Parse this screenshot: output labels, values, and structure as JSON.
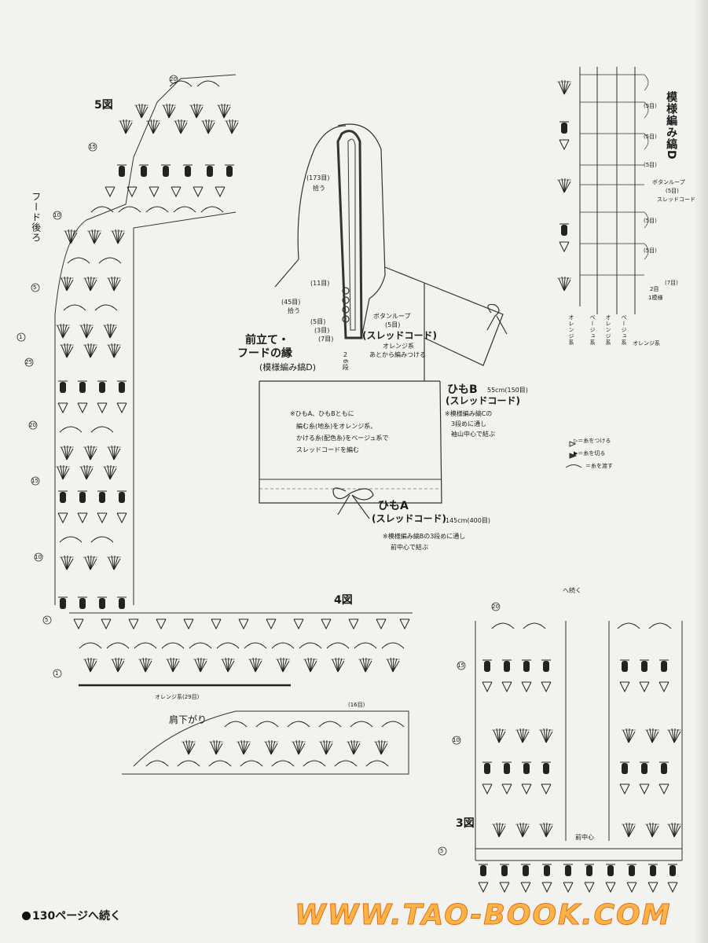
{
  "figures": {
    "fig5": "5図",
    "fig4": "4図",
    "fig3": "3図",
    "hood_back": "フード後ろ",
    "shoulder": "肩下がり",
    "front_center": "前中心",
    "continue_mark": "へ続く"
  },
  "garment": {
    "pickup_173": "(173目)",
    "pickup_173_sub": "拾う",
    "st_11": "(11目)",
    "st_45": "(45目)",
    "st_45_sub": "拾う",
    "st_5a": "(5目)",
    "st_3": "(3目)",
    "st_7": "(7目)",
    "rows_2": "2",
    "rows_6": "6段",
    "front_edge_1": "前立て・",
    "front_edge_2": "フードの縁",
    "front_edge_3": "(模様編み縞D)",
    "button_loop": "ボタンループ",
    "button_loop_st": "(5目)",
    "thread_cord": "(スレッドコード)",
    "orange": "オレンジ系",
    "attach_later": "あとから編みつける",
    "tie_b": "ひもB",
    "tie_b_len": "55cm(150目)",
    "tie_b_cord": "(スレッドコード)",
    "tie_b_note_1": "※模様編み縞Cの",
    "tie_b_note_2": "3段めに通し",
    "tie_b_note_3": "袖山中心で結ぶ",
    "body_note_1": "※ひもA、ひもBともに",
    "body_note_2": "編む糸(地糸)をオレンジ系、",
    "body_note_3": "かける糸(配色糸)をベージュ系で",
    "body_note_4": "スレッドコードを編む",
    "tie_a": "ひもA",
    "tie_a_cord": "(スレッドコード)",
    "tie_a_len": "145cm(400目)",
    "tie_a_note_1": "※模様編み縞Bの3段めに通し",
    "tie_a_note_2": "前中心で結ぶ"
  },
  "pattern_d": {
    "title": "模様編み縞D",
    "rep_5": "(5目)",
    "button_loop": "ボタンループ",
    "button_loop_st": "(5目)",
    "thread_cord": "スレッドコード",
    "rep_7": "(7目)",
    "two_st": "2目",
    "two_st_sub": "1模様",
    "orange_a": "オレンジ系",
    "beige_a": "ベージュ系",
    "orange_b": "オレンジ系",
    "beige_b": "ベージュ系",
    "orange_c": "オレンジ系"
  },
  "legend": {
    "attach": "▷＝糸をつける",
    "cut": "▶＝糸を切る",
    "carry": "＝糸を渡す"
  },
  "row_marks": {
    "r20": "20",
    "r15": "15",
    "r10": "10",
    "r5": "5",
    "r1": "1",
    "r25": "25"
  },
  "fig4_labels": {
    "orange_29": "オレンジ系(29目)",
    "st_16": "(16目)"
  },
  "footer": "130ページへ続く",
  "watermark": "WWW.TAO-BOOK.COM"
}
